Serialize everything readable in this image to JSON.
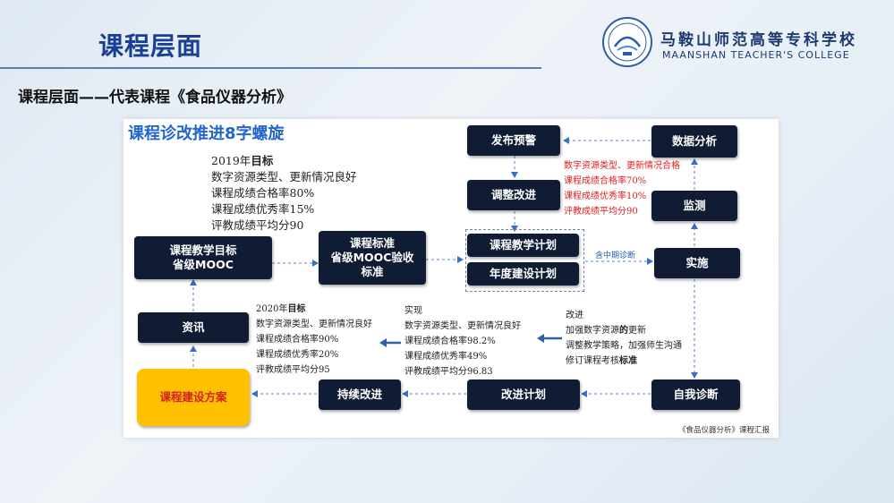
{
  "header": {
    "title": "课程层面",
    "school_cn": "马鞍山师范高等专科学校",
    "school_en": "MAANSHAN TEACHER'S COLLEGE"
  },
  "subtitle": "课程层面——代表课程《食品仪器分析》",
  "diagram": {
    "title": "课程诊改推进8字螺旋",
    "boxes": {
      "course_goal": [
        "课程教学目标",
        "省级MOOC"
      ],
      "course_standard": [
        "课程标准",
        "省级MOOC验收",
        "标准"
      ],
      "teaching_plan": "课程教学计划",
      "annual_plan": "年度建设计划",
      "publish_warning": "发布预警",
      "adjust_improve": "调整改进",
      "data_analysis": "数据分析",
      "monitor": "监测",
      "implement": "实施",
      "info": "资讯",
      "build_plan": "课程建设方案",
      "continuous_improve": "持续改进",
      "improve_plan": "改进计划",
      "self_diagnosis": "自我诊断"
    },
    "goal_2019": {
      "year": "2019年",
      "label": "目标",
      "lines": [
        "数字资源类型、更新情况良好",
        "课程成绩合格率80%",
        "课程成绩优秀率15%",
        "评教成绩平均分90"
      ]
    },
    "goal_2020": {
      "year": "2020年",
      "label": "目标",
      "lines": [
        "数字资源类型、更新情况良好",
        "课程成绩合格率90%",
        "课程成绩优秀率20%",
        "评教成绩平均分95"
      ]
    },
    "achieved": {
      "heading": "实现",
      "lines": [
        "数字资源类型、更新情况良好",
        "课程成绩合格率98.2%",
        "课程成绩优秀率49%",
        "评教成绩平均分96.83"
      ]
    },
    "improve": {
      "heading": "改进",
      "line1_a": "加强数字资源",
      "line1_b": "的",
      "line1_c": "更新",
      "line2": "调整教学策略，加强师生沟通",
      "line3_a": "修订课程考核",
      "line3_b": "标准"
    },
    "warning_lines": [
      "数字资源类型、更新情况合格",
      "课程成绩合格率70%",
      "课程成绩优秀率10%",
      "评教成绩平均分90"
    ],
    "mid_label": "含中期诊断",
    "footer": "《食品仪器分析》课程汇报"
  }
}
